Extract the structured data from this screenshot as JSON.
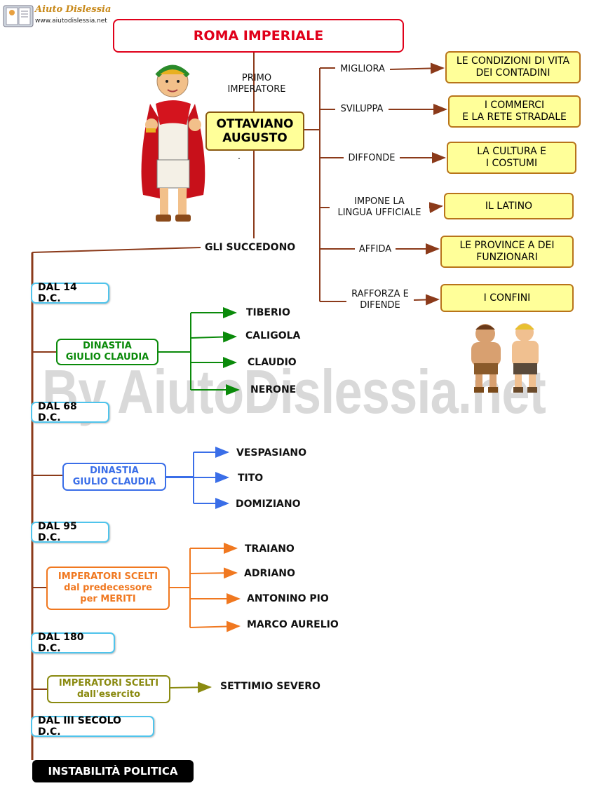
{
  "logo": {
    "name": "Aiuto Dislessia",
    "url": "www.aiutodislessia.net"
  },
  "title": "ROMA IMPERIALE",
  "primo": "PRIMO\nIMPERATORE",
  "emperor": "OTTAVIANO\nAUGUSTO",
  "dot": ".",
  "actions": [
    {
      "verb": "MIGLIORA",
      "target": "LE CONDIZIONI DI VITA\nDEI CONTADINI"
    },
    {
      "verb": "SVILUPPA",
      "target": "I COMMERCI\nE  LA RETE STRADALE"
    },
    {
      "verb": "DIFFONDE",
      "target": "LA CULTURA E\nI COSTUMI"
    },
    {
      "verb": "IMPONE LA\nLINGUA UFFICIALE",
      "target": "IL LATINO"
    },
    {
      "verb": "AFFIDA",
      "target": "LE PROVINCE A DEI\nFUNZIONARI"
    },
    {
      "verb": "RAFFORZA E\nDIFENDE",
      "target": "I CONFINI"
    }
  ],
  "succedono": "GLI SUCCEDONO",
  "dates": [
    "DAL 14 D.C.",
    "DAL 68 D.C.",
    "DAL 95 D.C.",
    "DAL 180 D.C.",
    "DAL III SECOLO D.C."
  ],
  "groups": [
    {
      "label": "DINASTIA\nGIULIO CLAUDIA",
      "color": "#0a8a0a",
      "members": [
        "TIBERIO",
        "CALIGOLA",
        "CLAUDIO",
        "NERONE"
      ]
    },
    {
      "label": "DINASTIA\nGIULIO CLAUDIA",
      "color": "#3a6ee8",
      "members": [
        "VESPASIANO",
        "TITO",
        "DOMIZIANO"
      ]
    },
    {
      "label": "IMPERATORI SCELTI\ndal predecessore\nper  MERITI",
      "color": "#f07820",
      "members": [
        "TRAIANO",
        "ADRIANO",
        "ANTONINO PIO",
        "MARCO AURELIO"
      ]
    },
    {
      "label": "IMPERATORI SCELTI\ndall'esercito",
      "color": "#8a8a10",
      "members": [
        "SETTIMIO SEVERO"
      ]
    }
  ],
  "instability": "INSTABILITÀ POLITICA",
  "watermark": "By AiutoDislessia.net",
  "colors": {
    "title": "#e0001a",
    "box_fill": "#ffff99",
    "box_border": "#b8741a",
    "connector": "#8b3a1a",
    "date_border": "#4fc4ec"
  }
}
